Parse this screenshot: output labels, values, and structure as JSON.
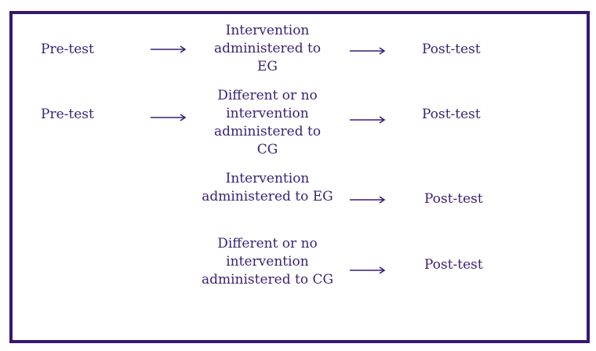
{
  "diagram": {
    "colors": {
      "border": "#3a1770",
      "text": "#3a1f73"
    },
    "rows": [
      {
        "pre": "Pre-test",
        "intervention": "Intervention\nadministered to\nEG",
        "post": "Post-test"
      },
      {
        "pre": "Pre-test",
        "intervention": "Different or no\nintervention\nadministered to\nCG",
        "post": "Post-test"
      },
      {
        "intervention": "Intervention\nadministered to EG",
        "post": "Post-test"
      },
      {
        "intervention": "Different or no\nintervention\nadministered to CG",
        "post": "Post-test"
      }
    ]
  }
}
